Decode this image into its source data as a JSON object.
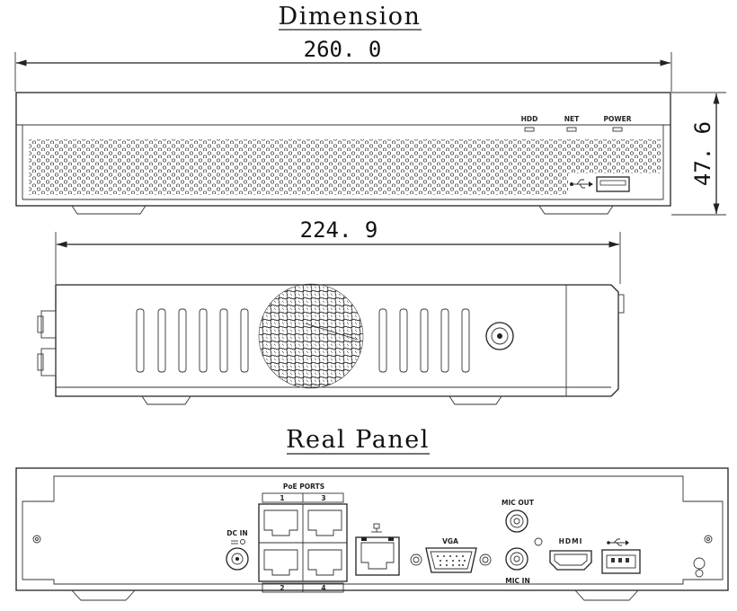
{
  "titles": {
    "dimension": "Dimension",
    "real_panel": "Real Panel"
  },
  "dimensions": {
    "width_total": "260. 0",
    "height": "47. 6",
    "depth": "224. 9"
  },
  "front_panel": {
    "led_hdd": "HDD",
    "led_net": "NET",
    "led_power": "POWER"
  },
  "rear_panel": {
    "poe_ports": "PoE PORTS",
    "port_1": "1",
    "port_2": "2",
    "port_3": "3",
    "port_4": "4",
    "dc_in": "DC IN",
    "vga": "VGA",
    "mic_out": "MIC OUT",
    "mic_in": "MIC IN",
    "hdmi": "HDMI"
  }
}
